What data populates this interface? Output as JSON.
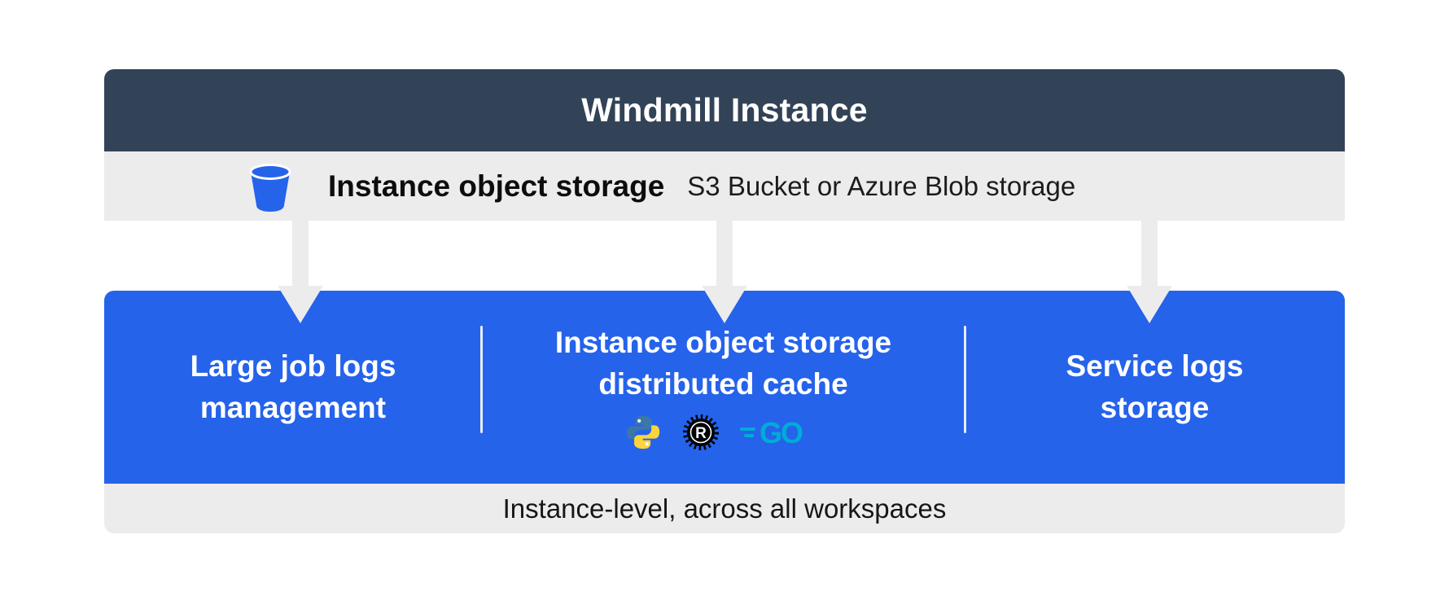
{
  "colors": {
    "header_bg": "#324358",
    "bar_bg": "#edecec",
    "box_bg": "#2563eb",
    "text_light": "#ffffff",
    "text_dark": "#121212",
    "python_blue": "#3b77a8",
    "python_yellow": "#ffd43b",
    "rust_black": "#000000",
    "go_teal": "#00acd7"
  },
  "header": {
    "title": "Windmill Instance"
  },
  "storage_bar": {
    "icon": "bucket-icon",
    "label": "Instance object storage",
    "sublabel": "S3 Bucket or Azure Blob storage"
  },
  "blue_box": {
    "sections": [
      {
        "lines": [
          "Large job logs",
          "management"
        ]
      },
      {
        "lines": [
          "Instance object storage",
          "distributed cache"
        ],
        "logos": [
          "python-logo",
          "rust-logo",
          "go-logo"
        ]
      },
      {
        "lines": [
          "Service logs",
          "storage"
        ]
      }
    ]
  },
  "footer": {
    "label": "Instance-level, across all workspaces"
  }
}
